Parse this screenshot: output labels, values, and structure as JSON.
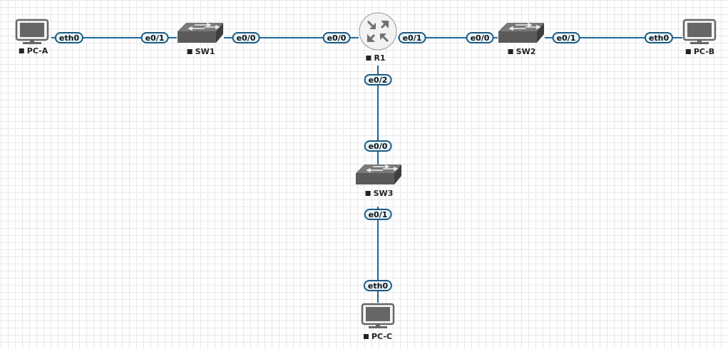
{
  "nodes": {
    "pca": {
      "label": "PC-A",
      "type": "pc"
    },
    "sw1": {
      "label": "SW1",
      "type": "switch"
    },
    "r1": {
      "label": "R1",
      "type": "router"
    },
    "sw2": {
      "label": "SW2",
      "type": "switch"
    },
    "pcb": {
      "label": "PC-B",
      "type": "pc"
    },
    "sw3": {
      "label": "SW3",
      "type": "switch"
    },
    "pcc": {
      "label": "PC-C",
      "type": "pc"
    }
  },
  "links": [
    {
      "from": "PC-A",
      "from_if": "eth0",
      "to": "SW1",
      "to_if": "e0/1"
    },
    {
      "from": "SW1",
      "from_if": "e0/0",
      "to": "R1",
      "to_if": "e0/0"
    },
    {
      "from": "R1",
      "from_if": "e0/1",
      "to": "SW2",
      "to_if": "e0/0"
    },
    {
      "from": "SW2",
      "from_if": "e0/1",
      "to": "PC-B",
      "to_if": "eth0"
    },
    {
      "from": "R1",
      "from_if": "e0/2",
      "to": "SW3",
      "to_if": "e0/0"
    },
    {
      "from": "SW3",
      "from_if": "e0/1",
      "to": "PC-C",
      "to_if": "eth0"
    }
  ],
  "colors": {
    "link": "#1e6aa0",
    "label_border": "#1e5a80",
    "label_fill": "#e6f3fb",
    "device": "#606060"
  }
}
